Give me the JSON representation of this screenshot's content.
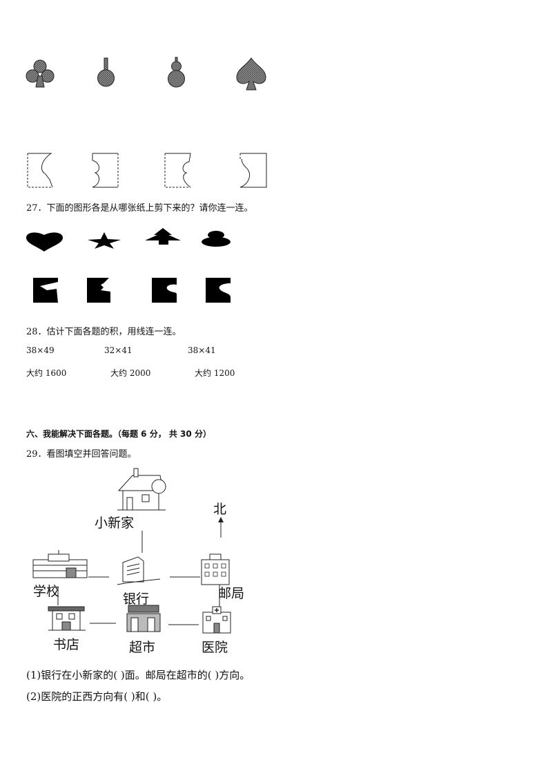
{
  "q27": {
    "title": "27．下面的图形各是从哪张纸上剪下来的？请你连一连。"
  },
  "q28": {
    "title": "28．估计下面各题的积，用线连一连。",
    "expressions": [
      "38×49",
      "32×41",
      "38×41"
    ],
    "estimates": [
      "大约 1600",
      "大约 2000",
      "大约 1200"
    ]
  },
  "section6": {
    "title": "六、我能解决下面各题。（每题 6 分， 共 30 分）"
  },
  "q29": {
    "title": "29．看图填空并回答问题。",
    "map": {
      "north": "北",
      "home": "小新家",
      "school": "学校",
      "bank": "银行",
      "post_office": "邮局",
      "bookstore": "书店",
      "supermarket": "超市",
      "hospital": "医院"
    },
    "questions": [
      "(1)银行在小新家的(    )面。邮局在超市的(    )方向。",
      "(2)医院的正西方向有(    )和(    )。"
    ]
  }
}
